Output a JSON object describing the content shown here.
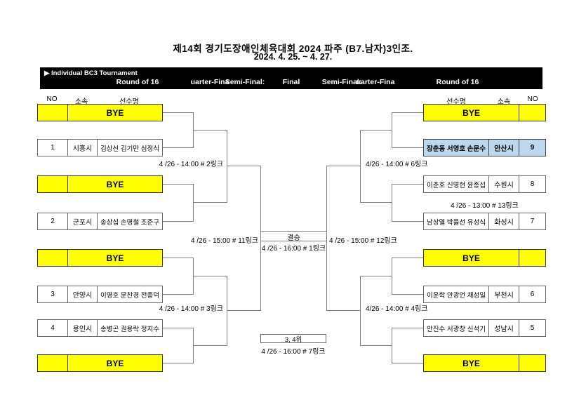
{
  "title": {
    "line1": "제14회 경기도장애인체육대회 2024 파주 (B7.남자)3인조.",
    "line2": "2024. 4. 25. ~ 4. 27."
  },
  "header": {
    "tournament_label": "▶ Individual BC3 Tournament",
    "round_labels": [
      "Round of 16",
      "uarter-Fina",
      "Semi-Final:",
      "Final",
      "Semi-Final:",
      "uarter-Fina",
      "Round of 16"
    ]
  },
  "columns": {
    "left": {
      "no": "NO",
      "team": "소속",
      "players": "선수명"
    },
    "right": {
      "players": "선수명",
      "team": "소속",
      "no": "NO"
    }
  },
  "left_slots": [
    {
      "type": "bye",
      "label": "BYE"
    },
    {
      "type": "entry",
      "no": "1",
      "team": "시흥시",
      "players": "김상선 김기만 심정식"
    },
    {
      "type": "bye",
      "label": "BYE"
    },
    {
      "type": "entry",
      "no": "2",
      "team": "군포시",
      "players": "송상섭 손명철 조준구"
    },
    {
      "type": "bye",
      "label": "BYE"
    },
    {
      "type": "entry",
      "no": "3",
      "team": "안양시",
      "players": "이명호 문찬경 전종덕"
    },
    {
      "type": "entry",
      "no": "4",
      "team": "용인시",
      "players": "송병곤 권용락 정지수"
    },
    {
      "type": "bye",
      "label": "BYE"
    }
  ],
  "right_slots": [
    {
      "type": "bye",
      "label": "BYE"
    },
    {
      "type": "entry",
      "no": "9",
      "team": "안산시",
      "players": "장춘동 서영호 손문수",
      "highlighted": true
    },
    {
      "type": "entry",
      "no": "8",
      "team": "수원시",
      "players": "이춘호 신명현 윤종섭"
    },
    {
      "type": "entry",
      "no": "7",
      "team": "화성시",
      "players": "남상열 박을선 유성식"
    },
    {
      "type": "bye",
      "label": "BYE"
    },
    {
      "type": "entry",
      "no": "6",
      "team": "부천시",
      "players": "이운학 안광언 채성일"
    },
    {
      "type": "entry",
      "no": "5",
      "team": "성남시",
      "players": "안진수 서광창 신석기"
    },
    {
      "type": "bye",
      "label": "BYE"
    }
  ],
  "matches": {
    "qf_left_top": "4 /26 - 14:00 # 2링크",
    "qf_left_bottom": "4 /26 - 14:00 # 3링크",
    "qf_right_top": "4/26 - 14:00 # 6링크",
    "qf_right_bottom": "4/26 - 14:00 # 4링크",
    "r16_right": "4 /26 - 13:00 # 13링크",
    "sf_left": "4 /26 - 15:00 # 11링크",
    "sf_right": "4 /26 - 15:00 # 12링크",
    "final_label": "결승",
    "final_time": "4 /26 - 16:00 # 1링크",
    "third_place_label": "3, 4위",
    "third_place_time": "4 /26 - 16:00 # 7링크"
  },
  "colors": {
    "bye_bg": "#FFFF00",
    "highlight_bg": "#BDD7EE",
    "line": "#808080",
    "bar_bg": "#000000"
  }
}
